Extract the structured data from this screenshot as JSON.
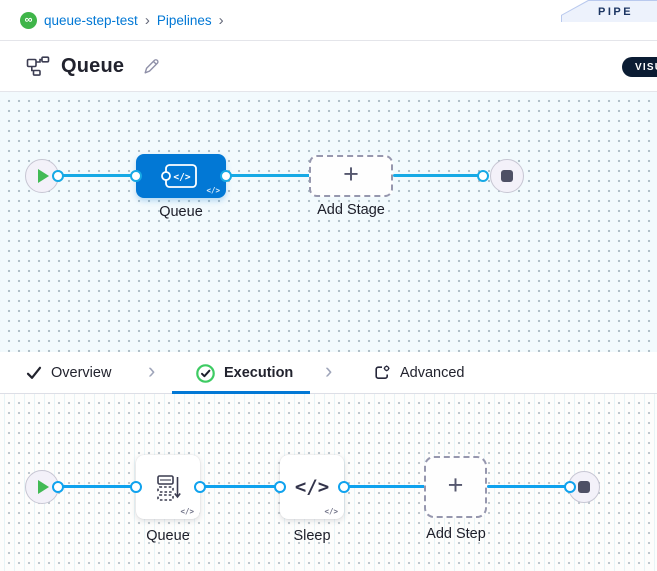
{
  "breadcrumb": {
    "project": "queue-step-test",
    "section": "Pipelines",
    "separator": "›",
    "project_icon_glyph": "∞"
  },
  "ribbon": {
    "label": "PIPE"
  },
  "header": {
    "title": "Queue",
    "mode_badge": "VISU"
  },
  "stage_canvas": {
    "stage_label": "Queue",
    "stage_icon_glyph": "</>",
    "stage_code_badge": "</>",
    "add_stage_label": "Add Stage",
    "plus": "+"
  },
  "tabs": {
    "separator": "›",
    "items": [
      {
        "label": "Overview",
        "active": false
      },
      {
        "label": "Execution",
        "active": true
      },
      {
        "label": "Advanced",
        "active": false
      }
    ]
  },
  "exec_canvas": {
    "steps": [
      {
        "label": "Queue",
        "code_badge": "</>"
      },
      {
        "label": "Sleep",
        "icon_glyph": "</>",
        "code_badge": "</>"
      }
    ],
    "add_step_label": "Add Step",
    "plus": "+"
  },
  "colors": {
    "accent_blue": "#0278d5",
    "stage_blue": "#0278d5",
    "wire_cyan": "#16a9e5",
    "wire_blue": "#0fa2ee",
    "play_green": "#42ba55",
    "project_green": "#3fb549",
    "pill_navy": "#0b1c33",
    "exec_check_green": "#3ecb63"
  }
}
